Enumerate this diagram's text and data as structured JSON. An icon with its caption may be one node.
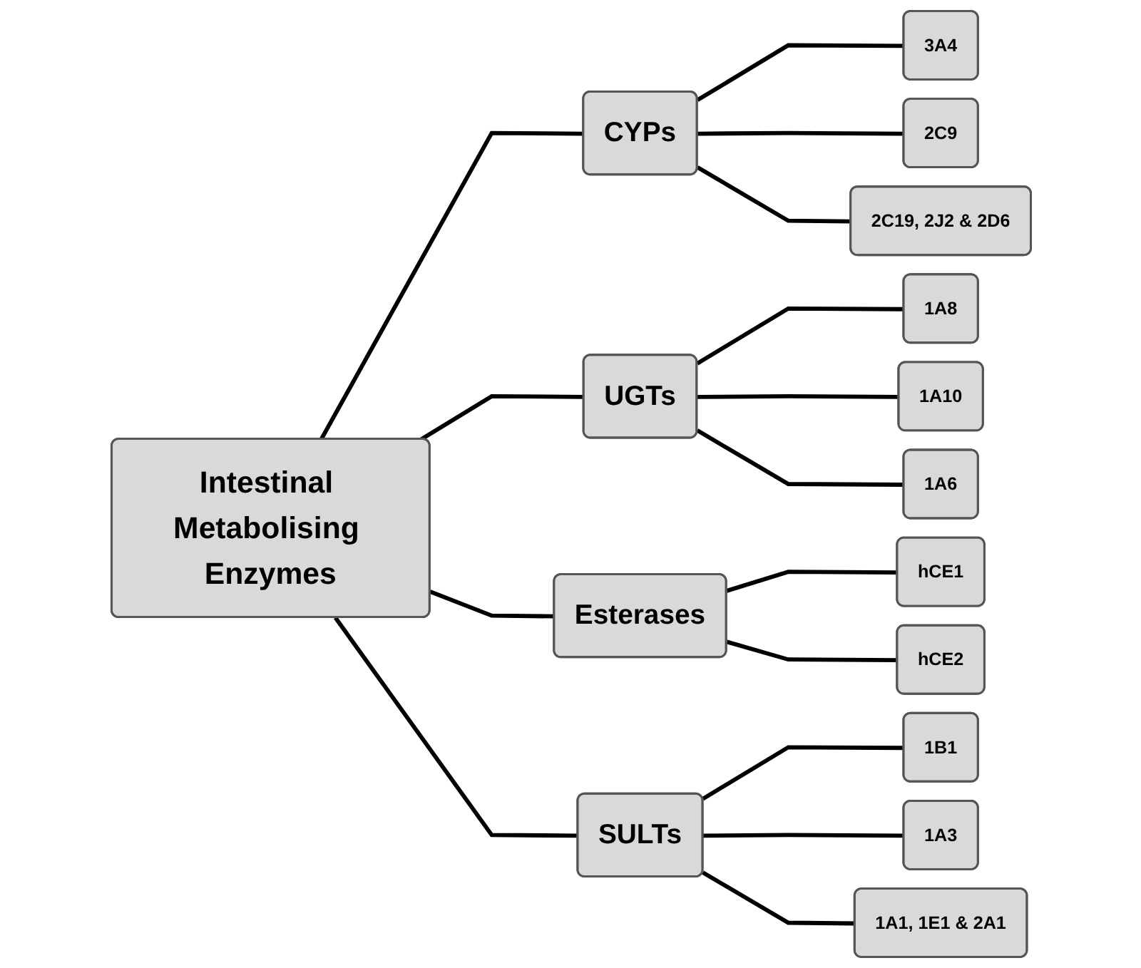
{
  "diagram": {
    "nodes": [
      {
        "text": [
          "Intestinal Metabolising Enzymes"
        ]
      },
      {
        "text": [
          "CYPs"
        ]
      },
      {
        "text": [
          "3A4"
        ]
      },
      {
        "text": [
          "2C9"
        ]
      },
      {
        "text": [
          "2C19, 2J2 & 2D6"
        ]
      },
      {
        "text": [
          "UGTs"
        ]
      },
      {
        "text": [
          "1A8"
        ]
      },
      {
        "text": [
          "1A10"
        ]
      },
      {
        "text": [
          "1A6"
        ]
      },
      {
        "text": [
          "Esterases"
        ]
      },
      {
        "text": [
          "hCE1"
        ]
      },
      {
        "text": [
          "hCE2"
        ]
      },
      {
        "text": [
          "SULTs"
        ]
      },
      {
        "text": [
          "1B1"
        ]
      },
      {
        "text": [
          "1A3"
        ]
      },
      {
        "text": [
          "1A1, 1E1 & 2A1"
        ]
      }
    ],
    "edges": [
      {
        "from": 0,
        "to": 1,
        "arrow": "none"
      },
      {
        "from": 0,
        "to": 5,
        "arrow": "none"
      },
      {
        "from": 0,
        "to": 9,
        "arrow": "none"
      },
      {
        "from": 0,
        "to": 12,
        "arrow": "none"
      },
      {
        "from": 1,
        "to": 2,
        "arrow": "none"
      },
      {
        "from": 1,
        "to": 3,
        "arrow": "none"
      },
      {
        "from": 1,
        "to": 4,
        "arrow": "none"
      },
      {
        "from": 5,
        "to": 6,
        "arrow": "none"
      },
      {
        "from": 5,
        "to": 7,
        "arrow": "none"
      },
      {
        "from": 5,
        "to": 8,
        "arrow": "none"
      },
      {
        "from": 9,
        "to": 10,
        "arrow": "none"
      },
      {
        "from": 9,
        "to": 11,
        "arrow": "none"
      },
      {
        "from": 12,
        "to": 13,
        "arrow": "none"
      },
      {
        "from": 12,
        "to": 14,
        "arrow": "none"
      },
      {
        "from": 12,
        "to": 15,
        "arrow": "none"
      }
    ]
  }
}
